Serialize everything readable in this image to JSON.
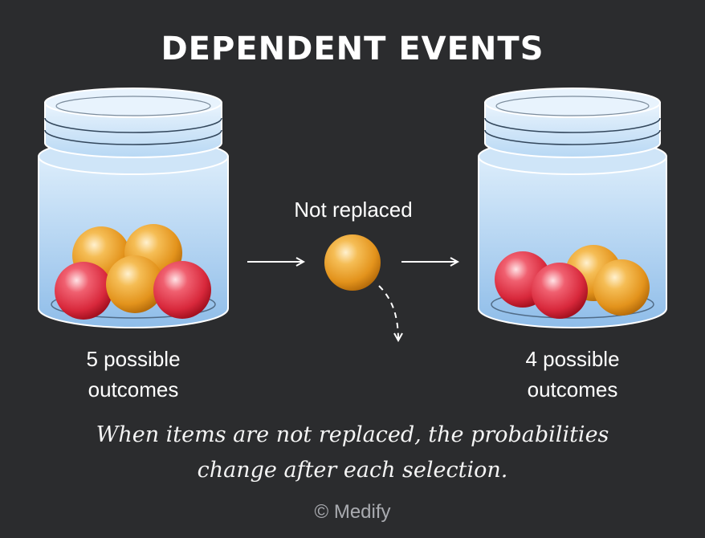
{
  "title": "DEPENDENT EVENTS",
  "left_jar": {
    "caption_line1": "5 possible",
    "caption_line2": "outcomes"
  },
  "middle": {
    "label": "Not replaced"
  },
  "right_jar": {
    "caption_line1": "4 possible",
    "caption_line2": "outcomes"
  },
  "note": {
    "line1": "When items are not replaced, the probabilities",
    "line2": "change after each selection."
  },
  "credit": "© Medify",
  "colors": {
    "background": "#2b2c2e",
    "jar_fill": "#a9cdf0",
    "red_ball": "#d8283b",
    "orange_ball": "#e3931c"
  }
}
